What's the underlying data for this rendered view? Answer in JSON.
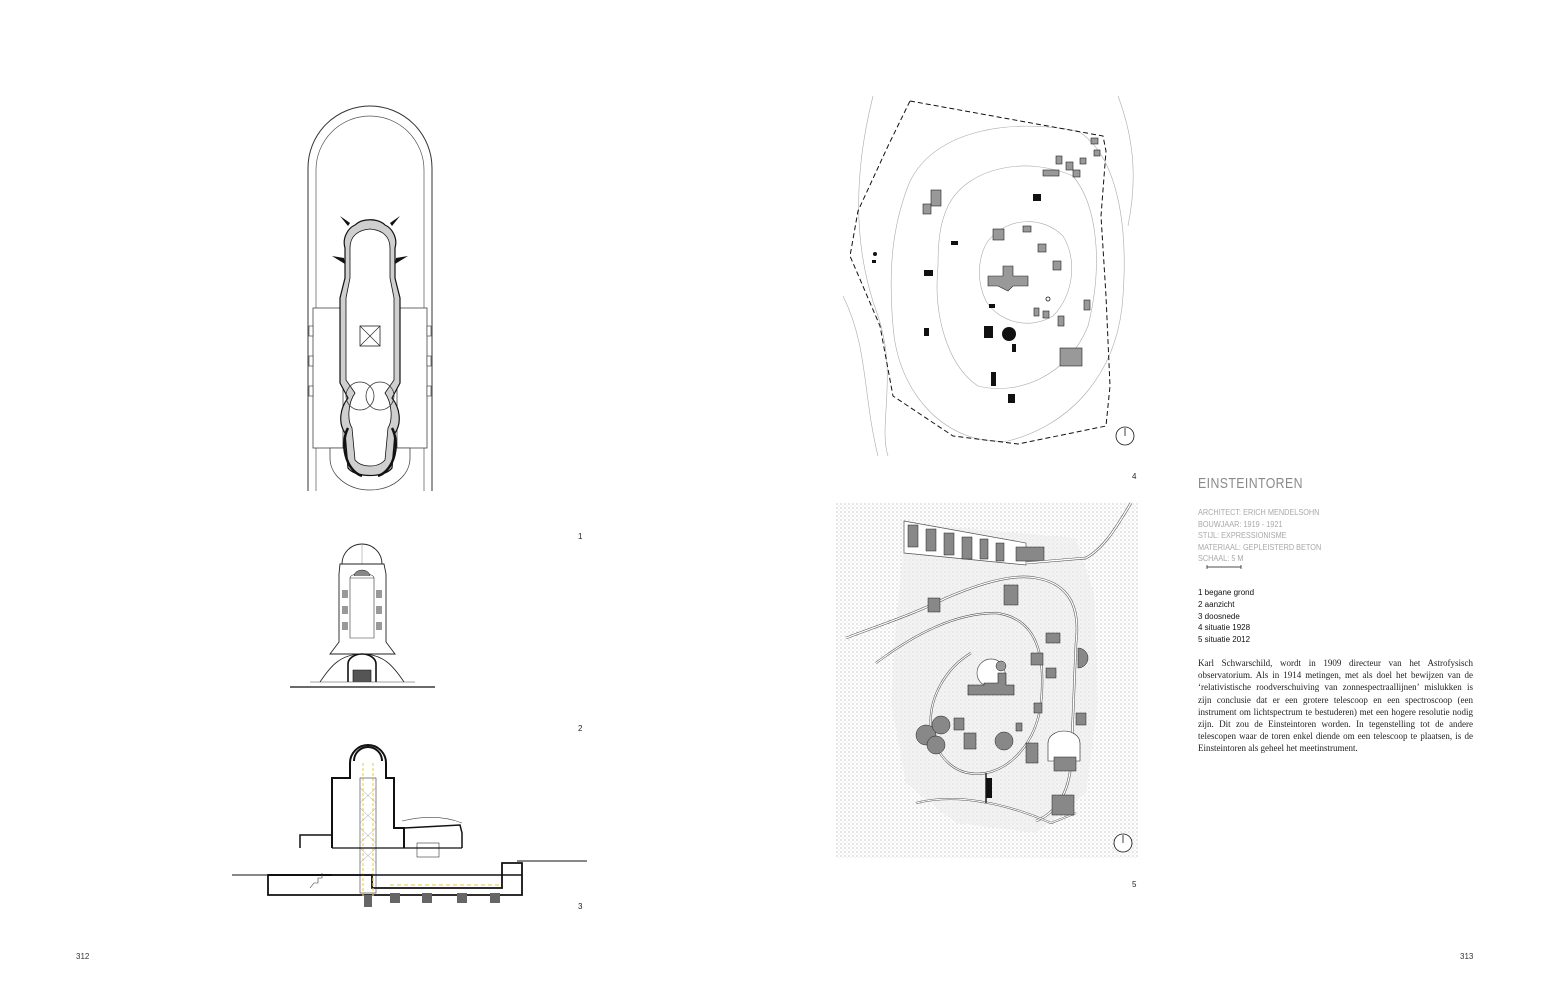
{
  "figures": {
    "fig1": "1",
    "fig2": "2",
    "fig3": "3",
    "fig4": "4",
    "fig5": "5"
  },
  "pages": {
    "left": "312",
    "right": "313"
  },
  "title": "EINSTEINTOREN",
  "meta": {
    "architect": "ARCHITECT: ERICH MENDELSOHN",
    "year": "BOUWJAAR: 1919 - 1921",
    "style": "STIJL: EXPRESSIONISME",
    "material": "MATERIAAL: GEPLEISTERD BETON",
    "scale": "SCHAAL: 5 M"
  },
  "legend": [
    "1 begane grond",
    "2 aanzicht",
    "3 doosnede",
    "4 situatie 1928",
    "5 situatie 2012"
  ],
  "body_text": "Karl Schwarschild, wordt in 1909 directeur van het Astrofysisch observatorium. Als in 1914 metingen, met als doel het bewijzen van de ‘relativistische roodverschuiving van zonnespectraallijnen’ mislukken is zijn conclusie dat er een grotere telescoop en een spectroscoop (een instrument om lichtspectrum te bestuderen) met een hogere resolutie nodig zijn. Dit zou de Einsteintoren worden. In tegenstelling tot de andere telescopen waar de toren enkel diende om een telescoop te plaatsen, is de Einsteintoren als geheel het meetinstrument.",
  "colors": {
    "title": "#8a8a8a",
    "meta": "#a9a9a9",
    "highlight": "#f0d060"
  }
}
